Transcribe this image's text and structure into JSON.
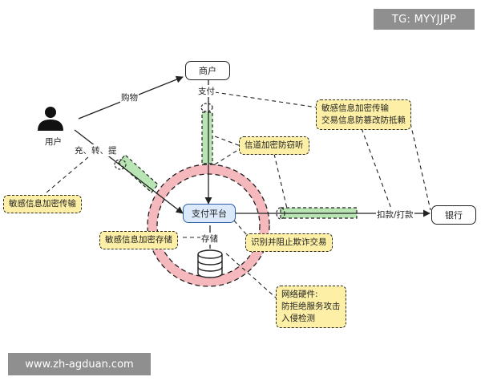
{
  "nodes": {
    "user": "用户",
    "merchant": "商户",
    "platform": "支付平台",
    "bank": "银行"
  },
  "edge_labels": {
    "shopping": "购物",
    "payment": "支付",
    "recharge": "充、转、提",
    "storage": "存储",
    "deduct": "扣款/打款"
  },
  "notes": {
    "transmission_left": "敏感信息加密传输",
    "merchant_bank": [
      "敏感信息加密传输",
      "交易信息防篡改防抵赖"
    ],
    "anti_eavesdrop": "信道加密防窃听",
    "storage_encrypt": "敏感信息加密存储",
    "fraud": "识别并阻止欺诈交易",
    "network_hw": [
      "网络硬件:",
      "防拒绝服务攻击",
      "入侵检测"
    ]
  },
  "watermarks": {
    "top": "TG: MYYJJPP",
    "bottom": "www.zh-agduan.com"
  }
}
